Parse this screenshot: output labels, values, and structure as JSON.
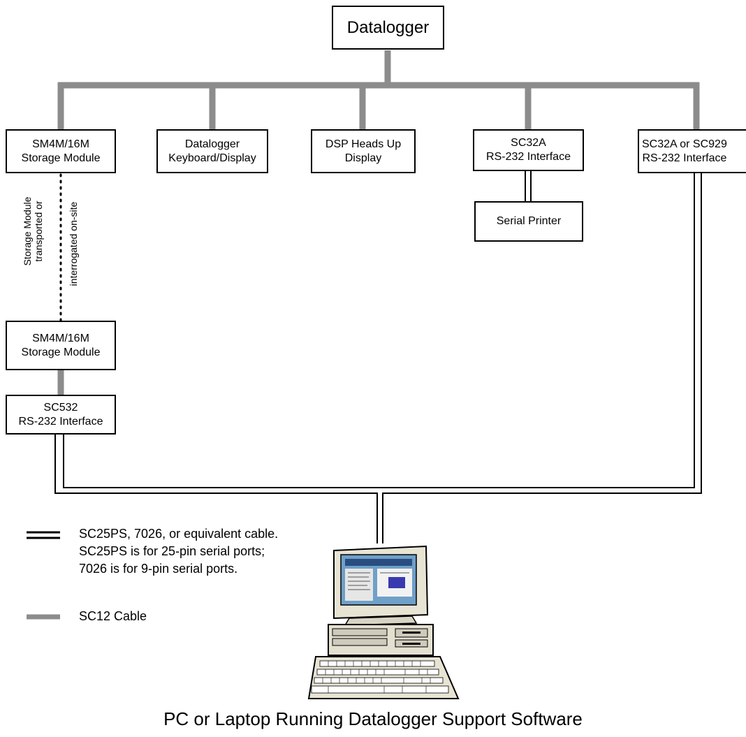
{
  "nodes": {
    "datalogger": "Datalogger",
    "sm_top": "SM4M/16M\nStorage Module",
    "keyboard": "Datalogger\nKeyboard/Display",
    "dsp": "DSP Heads Up\nDisplay",
    "sc32a": "SC32A\nRS-232 Interface",
    "sc32a_sc929": "SC32A or SC929\nRS-232 Interface",
    "printer": "Serial Printer",
    "sm_bottom": "SM4M/16M\nStorage Module",
    "sc532": "SC532\nRS-232 Interface"
  },
  "transport_note": {
    "line1": "Storage Module",
    "line2": "transported or",
    "line3": "interrogated on-site"
  },
  "legend": {
    "double_cable": "SC25PS, 7026, or equivalent cable.\nSC25PS is for 25-pin serial ports;\n7026 is for 9-pin serial ports.",
    "gray_cable": "SC12 Cable"
  },
  "caption": "PC or Laptop Running Datalogger Support Software",
  "colors": {
    "sc12_cable": "#8c8c8c",
    "serial_cable": "#000000",
    "box_border": "#000000"
  }
}
